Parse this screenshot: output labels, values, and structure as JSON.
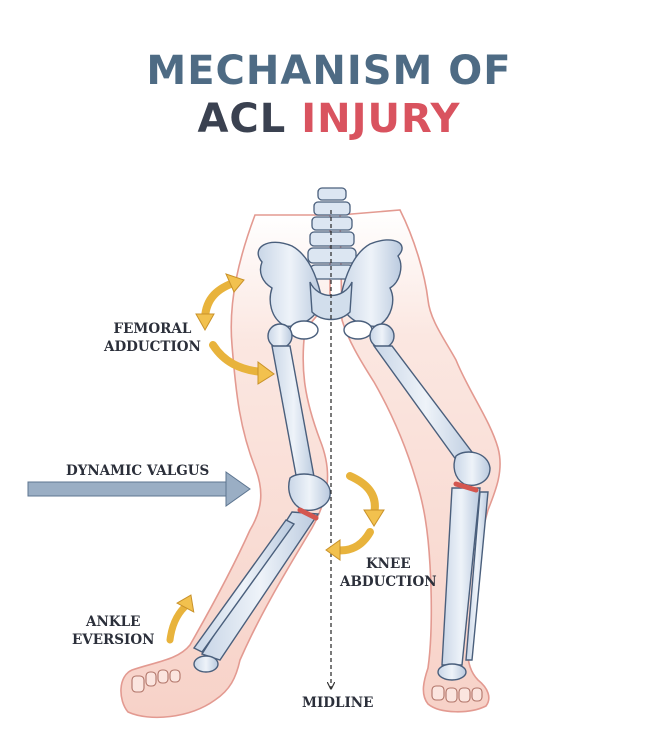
{
  "title": {
    "line1": "MECHANISM OF",
    "line2_part1": "ACL",
    "line2_part2": "INJURY"
  },
  "labels": {
    "femoral_adduction_1": "FEMORAL",
    "femoral_adduction_2": "ADDUCTION",
    "dynamic_valgus": "DYNAMIC VALGUS",
    "knee_abduction_1": "KNEE",
    "knee_abduction_2": "ABDUCTION",
    "ankle_eversion_1": "ANKLE",
    "ankle_eversion_2": "EVERSION",
    "midline": "MIDLINE"
  },
  "colors": {
    "title_blue": "#4e6b84",
    "title_dark": "#3a4150",
    "title_red": "#d9535f",
    "skin_fill": "#f9dcd4",
    "skin_stroke": "#e39a91",
    "bone_fill": "#dce6f2",
    "bone_stroke": "#4a5f7c",
    "arrow_yellow": "#f2c14e",
    "arrow_blue": "#7d93ad",
    "ligament_red": "#d4564f"
  }
}
